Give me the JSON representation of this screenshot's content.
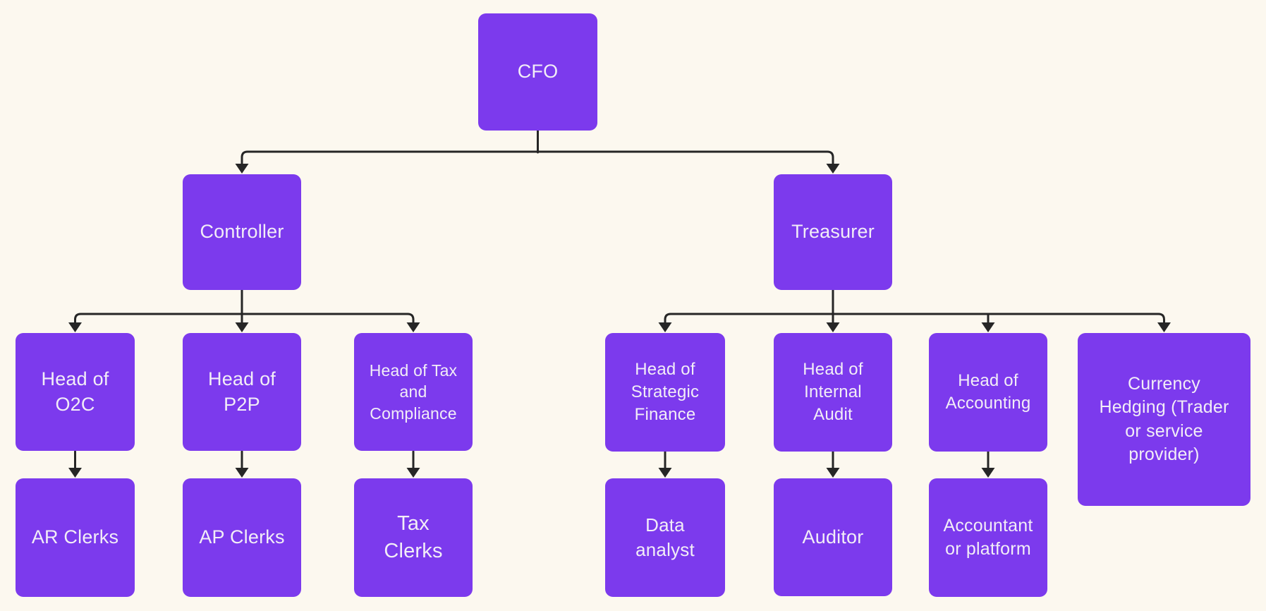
{
  "diagram": {
    "type": "org-chart",
    "title": "CFO organization chart",
    "style": {
      "background_color": "#FCF8EF",
      "node_color": "#7C3AED",
      "node_text_color": "#F2EDF7",
      "connector_color": "#262626",
      "connector_style": "elbow-with-arrowheads"
    },
    "nodes": [
      {
        "id": "cfo",
        "label": "CFO",
        "reports_to": null
      },
      {
        "id": "controller",
        "label": "Controller",
        "reports_to": "cfo"
      },
      {
        "id": "treasurer",
        "label": "Treasurer",
        "reports_to": "cfo"
      },
      {
        "id": "head_of_o2c",
        "label": "Head of\nO2C",
        "reports_to": "controller"
      },
      {
        "id": "head_of_p2p",
        "label": "Head of\nP2P",
        "reports_to": "controller"
      },
      {
        "id": "head_of_tax_and_compliance",
        "label": "Head of Tax\nand\nCompliance",
        "reports_to": "controller"
      },
      {
        "id": "head_of_strategic_finance",
        "label": "Head of\nStrategic\nFinance",
        "reports_to": "treasurer"
      },
      {
        "id": "head_of_internal_audit",
        "label": "Head of\nInternal\nAudit",
        "reports_to": "treasurer"
      },
      {
        "id": "head_of_accounting",
        "label": "Head of\nAccounting",
        "reports_to": "treasurer"
      },
      {
        "id": "currency_hedging",
        "label": "Currency\nHedging (Trader\nor service\nprovider)",
        "reports_to": "treasurer"
      },
      {
        "id": "ar_clerks",
        "label": "AR Clerks",
        "reports_to": "head_of_o2c"
      },
      {
        "id": "ap_clerks",
        "label": "AP Clerks",
        "reports_to": "head_of_p2p"
      },
      {
        "id": "tax_clerks",
        "label": "Tax\nClerks",
        "reports_to": "head_of_tax_and_compliance"
      },
      {
        "id": "data_analyst",
        "label": "Data\nanalyst",
        "reports_to": "head_of_strategic_finance"
      },
      {
        "id": "auditor",
        "label": "Auditor",
        "reports_to": "head_of_internal_audit"
      },
      {
        "id": "accountant_or_platform",
        "label": "Accountant\nor platform",
        "reports_to": "head_of_accounting"
      }
    ]
  }
}
